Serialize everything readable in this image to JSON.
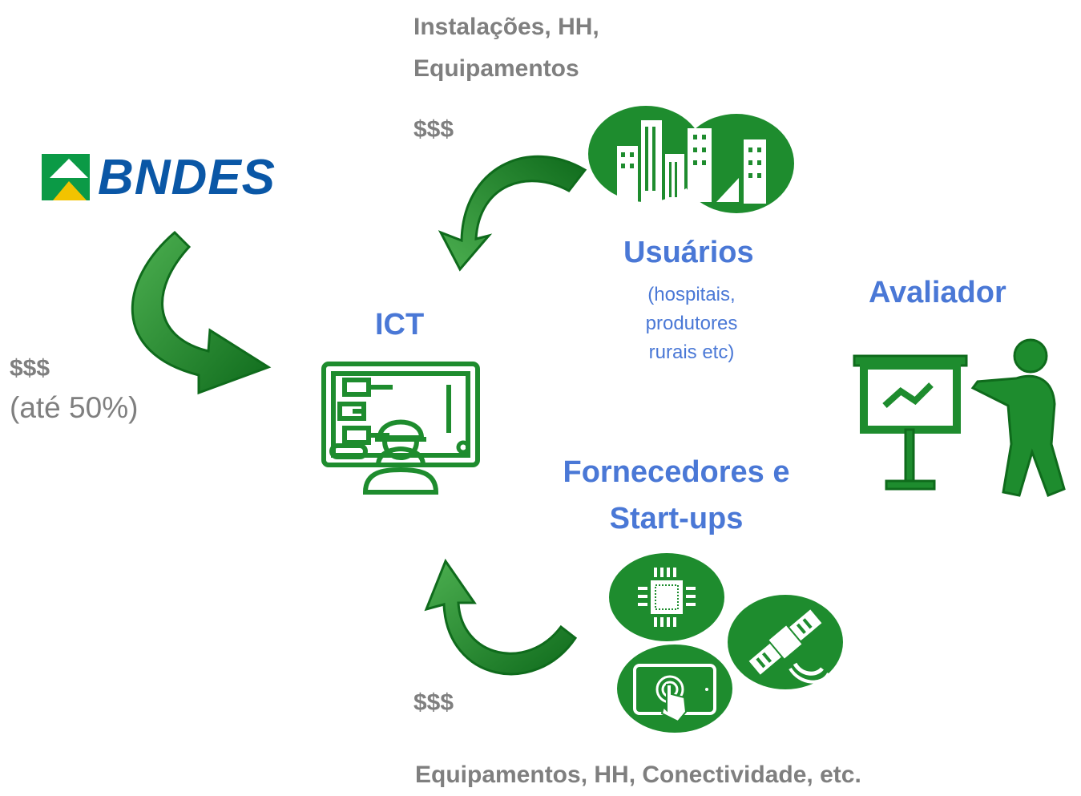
{
  "top_resources": [
    "Instalações, HH,",
    "Equipamentos"
  ],
  "money_top": "$$$",
  "bndes_logo_text": "BNDES",
  "money_left": "$$$",
  "money_left_pct": "(até 50%)",
  "ict_label": "ICT",
  "usuarios_title": "Usuários",
  "usuarios_desc": [
    "(hospitais,",
    "produtores",
    "rurais etc)"
  ],
  "avaliador_label": "Avaliador",
  "fornecedores_title": [
    "Fornecedores e",
    "Start-ups"
  ],
  "money_bottom": "$$$",
  "bottom_resources": "Equipamentos, HH, Conectividade, etc.",
  "colors": {
    "green": "#1e8c2e",
    "dark_green": "#0f6b1c",
    "blue": "#4a78d6",
    "grey": "#7f7f7f",
    "bndes_green": "#0b9a46",
    "bndes_blue": "#0a57a6"
  }
}
